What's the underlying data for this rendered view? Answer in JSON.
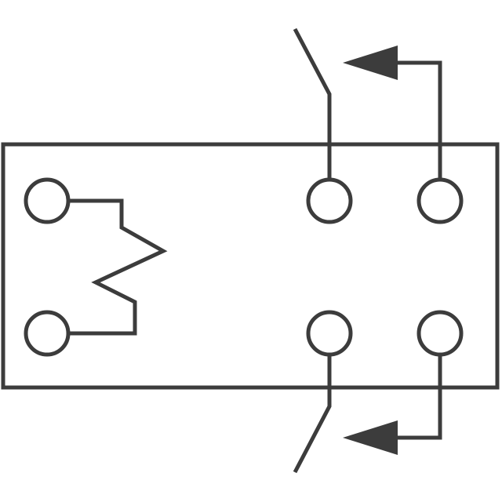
{
  "diagram": {
    "kind": "relay-schematic",
    "stroke_color": "#3c3c3c",
    "background_color": "#ffffff",
    "components": [
      {
        "id": "relay-housing",
        "type": "rectangle"
      },
      {
        "id": "coil",
        "type": "zigzag-coil",
        "terminals": [
          "coil-pin-top",
          "coil-pin-bottom"
        ]
      },
      {
        "id": "switch-top",
        "type": "spst-switch",
        "state": "open",
        "common": "common-pin-top",
        "contact": "contact-pin-top"
      },
      {
        "id": "switch-bottom",
        "type": "spst-switch",
        "state": "open",
        "common": "common-pin-bottom",
        "contact": "contact-pin-bottom"
      }
    ],
    "pins": [
      "coil-pin-top",
      "coil-pin-bottom",
      "common-pin-top",
      "contact-pin-top",
      "common-pin-bottom",
      "contact-pin-bottom"
    ]
  }
}
